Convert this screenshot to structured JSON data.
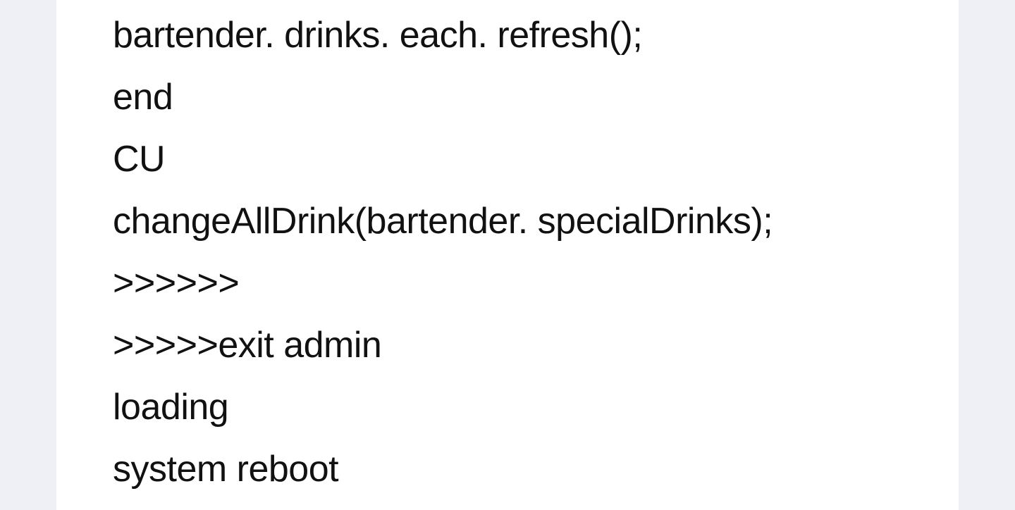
{
  "document": {
    "lines": [
      "bartender. drinks. each. refresh();",
      "end",
      "CU",
      "changeAllDrink(bartender. specialDrinks);",
      ">>>>>>",
      ">>>>>exit admin",
      "loading",
      "system reboot"
    ]
  },
  "colors": {
    "background": "#eef0f6",
    "page": "#ffffff",
    "text": "#111111"
  }
}
